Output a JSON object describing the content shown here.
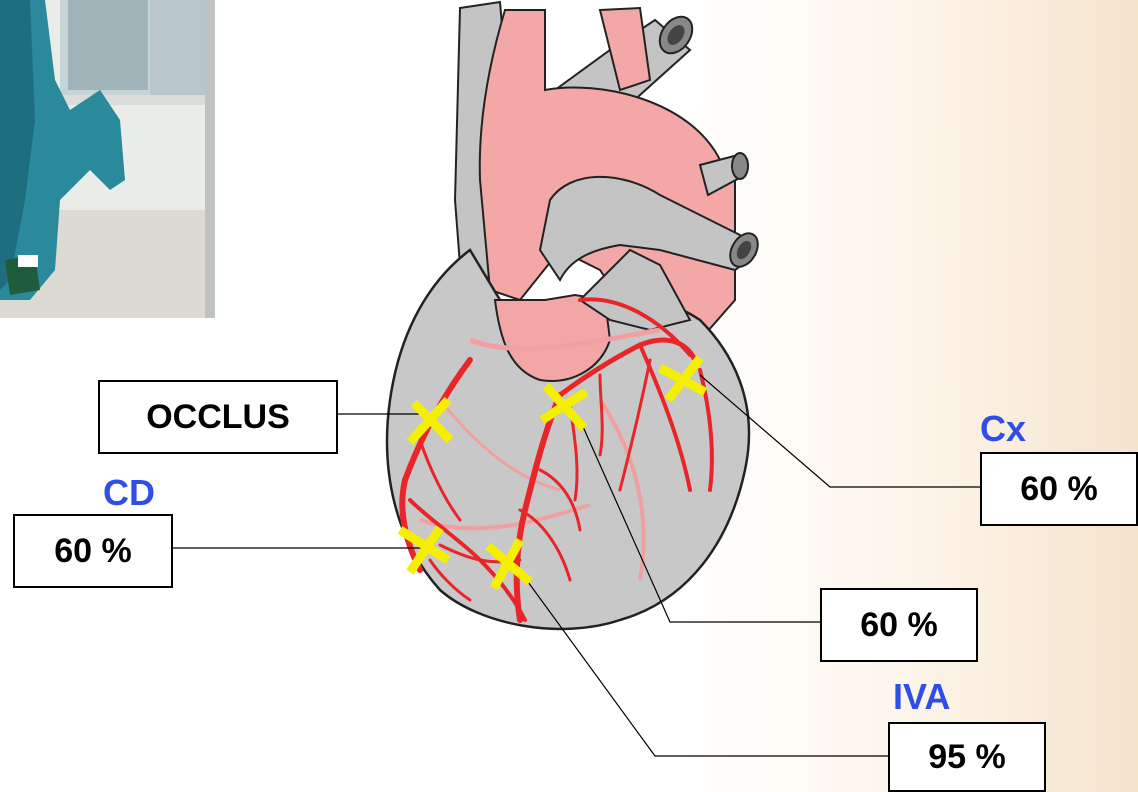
{
  "labels": {
    "occlus": "OCCLUS",
    "cd_title": "CD",
    "cd_value": "60 %",
    "cx_title": "Cx",
    "cx_value": "60 %",
    "mid_value": "60 %",
    "iva_title": "IVA",
    "iva_value": "95 %"
  },
  "colors": {
    "vessel_name": "#2f4ee8",
    "artery": "#e8262a",
    "stenosis_marker": "#f5f000",
    "heart": "#c8c8c8",
    "aorta": "#f4a7a7"
  }
}
